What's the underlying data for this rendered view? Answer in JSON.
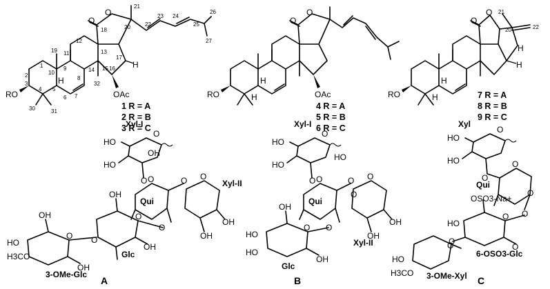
{
  "compounds": {
    "lanostane_1_3": {
      "atom_labels": {
        "ring_o": "O",
        "carbonyl_o": "O",
        "ro": "RO",
        "h9": "H",
        "h17": "H",
        "oac": "OAc"
      },
      "numbers": [
        "18",
        "21",
        "20",
        "22",
        "23",
        "24",
        "25",
        "26",
        "27",
        "12",
        "13",
        "17",
        "11",
        "16",
        "19",
        "9",
        "14",
        "15",
        "1",
        "10",
        "8",
        "2",
        "32",
        "7",
        "3",
        "4",
        "5",
        "6",
        "30",
        "31"
      ],
      "r_assignments": [
        "1 R = A",
        "2 R = B",
        "3 R = C"
      ]
    },
    "lanostane_4_6": {
      "atom_labels": {
        "ring_o": "O",
        "carbonyl_o": "O",
        "ro": "RO",
        "h9": "H",
        "h5": "H",
        "oac": "OAc"
      },
      "r_assignments": [
        "4 R = A",
        "5 R = B",
        "6 R = C"
      ]
    },
    "lanostane_7_9": {
      "atom_labels": {
        "ring_o": "O",
        "carbonyl_o": "O",
        "ro": "RO",
        "h9": "H",
        "h5": "H",
        "h17": "H",
        "h_right": "H"
      },
      "numbers": [
        "21",
        "20",
        "22"
      ],
      "r_assignments": [
        "7 R = A",
        "8 R = B",
        "9 R = C"
      ]
    }
  },
  "sugars": {
    "A": {
      "label": "A",
      "residues": [
        "Xyl-I",
        "Qui",
        "Xyl-II",
        "Glc",
        "3-OMe-Glc"
      ],
      "groups": [
        "O",
        "HO",
        "HO",
        "O",
        "O",
        "O",
        "O",
        "O",
        "OH",
        "OH",
        "OH",
        "OH",
        "O",
        "O",
        "OH",
        "OH",
        "O",
        "OH",
        "HO",
        "H3CO"
      ]
    },
    "B": {
      "label": "B",
      "residues": [
        "Xyl-I",
        "Qui",
        "Xyl-II",
        "Glc"
      ],
      "groups": [
        "O",
        "HO",
        "HO",
        "O",
        "O",
        "O",
        "O",
        "O",
        "O",
        "OH",
        "OH",
        "OH",
        "O",
        "OH",
        "HO",
        "HO",
        "HO"
      ]
    },
    "C": {
      "label": "C",
      "residues": [
        "Xyl",
        "Qui",
        "6-OSO3-Glc",
        "3-OMe-Xyl"
      ],
      "groups": [
        "O",
        "HO",
        "HO",
        "O",
        "O",
        "O",
        "O",
        "O",
        "OSO3-Na+",
        "HO",
        "O",
        "O",
        "O",
        "HO",
        "H3CO"
      ]
    }
  }
}
